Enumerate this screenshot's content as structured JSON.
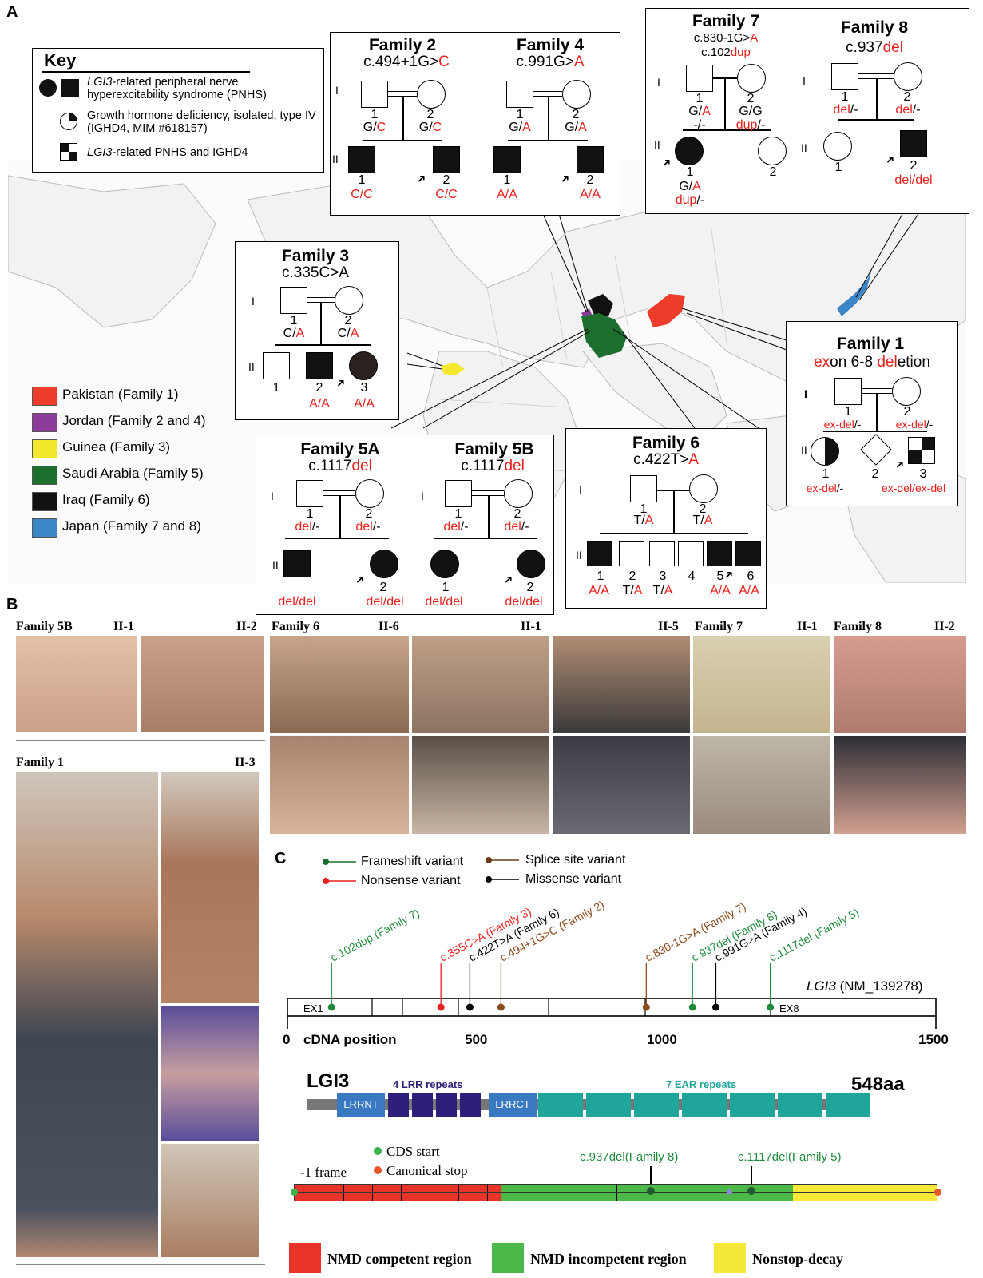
{
  "panels": {
    "a": "A",
    "b": "B",
    "c": "C"
  },
  "key": {
    "title": "Key",
    "items": [
      {
        "gene": "LGI3",
        "text": "-related peripheral nerve hyperexcitability syndrome (PNHS)"
      },
      {
        "text": "Growth hormone deficiency, isolated, type IV (IGHD4, MIM #618157)"
      },
      {
        "gene": "LGI3",
        "text": "-related PNHS and IGHD4"
      }
    ]
  },
  "countries": [
    {
      "label": "Pakistan (Family 1)",
      "color": "#ee3c2b"
    },
    {
      "label": "Jordan (Family 2 and 4)",
      "color": "#8c3d9b"
    },
    {
      "label": "Guinea (Family 3)",
      "color": "#f3e82c"
    },
    {
      "label": "Saudi Arabia (Family 5)",
      "color": "#1e6e2e"
    },
    {
      "label": "Iraq (Family 6)",
      "color": "#111111"
    },
    {
      "label": "Japan (Family 7 and 8)",
      "color": "#3b86c6"
    }
  ],
  "families": {
    "f2": {
      "title": "Family 2",
      "var_a": "c.494+1G>",
      "var_b": "C"
    },
    "f4": {
      "title": "Family 4",
      "var_a": "c.991G>",
      "var_b": "A"
    },
    "f7": {
      "title": "Family 7",
      "var_a": "c.830-1G>",
      "var_b": "A",
      "var2_a": "c.102",
      "var2_b": "dup"
    },
    "f8": {
      "title": "Family 8",
      "var_a": "c.937",
      "var_b": "del"
    },
    "f3": {
      "title": "Family 3",
      "var_a": "c.335C>A",
      "var_b": ""
    },
    "f1": {
      "title": "Family 1",
      "var_a": "ex",
      "var_b": "on 6-8 ",
      "var_c": "del",
      "var_d": "etion"
    },
    "f5a": {
      "title": "Family 5A",
      "var_a": "c.1117",
      "var_b": "del"
    },
    "f5b": {
      "title": "Family 5B",
      "var_a": "c.1117",
      "var_b": "del"
    },
    "f6": {
      "title": "Family 6",
      "var_a": "c.422T>",
      "var_b": "A"
    }
  },
  "genos": {
    "cc": "C/C",
    "gc": "G/",
    "c": "C",
    "ga": "G/",
    "a": "A",
    "aa": "A/A",
    "ca": "C/",
    "gg": "G/G",
    "dup_m": "dup",
    "minus": "/-",
    "dash": "-/-",
    "del": "del",
    "deldel": "del/del",
    "exdel": "ex-del",
    "exdelexdel": "ex-del/ex-del",
    "ta": "T/",
    "t_a": "A"
  },
  "generations": {
    "i": "I",
    "ii": "II"
  },
  "nums": {
    "n1": "1",
    "n2": "2",
    "n3": "3",
    "n4": "4",
    "n5": "5",
    "n6": "6"
  },
  "photos": {
    "f5b": "Family 5B",
    "f5b_1": "II-1",
    "f5b_2": "II-2",
    "f6": "Family 6",
    "f6_6": "II-6",
    "f6_1": "II-1",
    "f6_5": "II-5",
    "f7": "Family 7",
    "f7_1": "II-1",
    "f8": "Family 8",
    "f8_2": "II-2",
    "f1": "Family 1",
    "f1_3": "II-3"
  },
  "variant_legend": [
    {
      "label": "Frameshift variant",
      "color": "#1e6e2e"
    },
    {
      "label": "Splice site variant",
      "color": "#6b3b1a"
    },
    {
      "label": "Nonsense variant",
      "color": "#e8211d"
    },
    {
      "label": "Missense variant",
      "color": "#000000"
    }
  ],
  "gene": {
    "name": "LGI3",
    "accession": "(NM_139278)",
    "ex1": "EX1",
    "ex8": "EX8",
    "axis_label": "cDNA position",
    "ticks": [
      "0",
      "500",
      "1000",
      "1500"
    ]
  },
  "variants": [
    {
      "label": "c.102dup (Family 7)",
      "color": "#1e8a3a",
      "pos": 102
    },
    {
      "label": "c.355C>A (Family 3)",
      "color": "#e8211d",
      "pos": 355
    },
    {
      "label": "c.422T>A (Family 6)",
      "color": "#000000",
      "pos": 422
    },
    {
      "label": "c.494+1G>C (Family 2)",
      "color": "#8a4a1a",
      "pos": 494
    },
    {
      "label": "c.830-1G>A (Family 7)",
      "color": "#8a4a1a",
      "pos": 830
    },
    {
      "label": "c.937del (Family 8)",
      "color": "#1e8a3a",
      "pos": 937
    },
    {
      "label": "c.991G>A (Family 4)",
      "color": "#000000",
      "pos": 991
    },
    {
      "label": "c.1117del (Family 5)",
      "color": "#1e8a3a",
      "pos": 1117
    }
  ],
  "protein": {
    "name": "LGI3",
    "length": "548aa",
    "lrr": "4 LRR repeats",
    "ear": "7 EAR repeats",
    "lrrnt": "LRRNT",
    "lrrct": "LRRCT"
  },
  "frame": {
    "label": "-1 frame",
    "cds": "CDS start",
    "stop": "Canonical stop",
    "v1": "c.937del(Family 8)",
    "v2": "c.1117del(Family 5)"
  },
  "nmd": [
    {
      "label": "NMD competent region",
      "color": "#e8332a"
    },
    {
      "label": "NMD incompetent region",
      "color": "#4cb847"
    },
    {
      "label": "Nonstop-decay",
      "color": "#f5e838"
    }
  ]
}
